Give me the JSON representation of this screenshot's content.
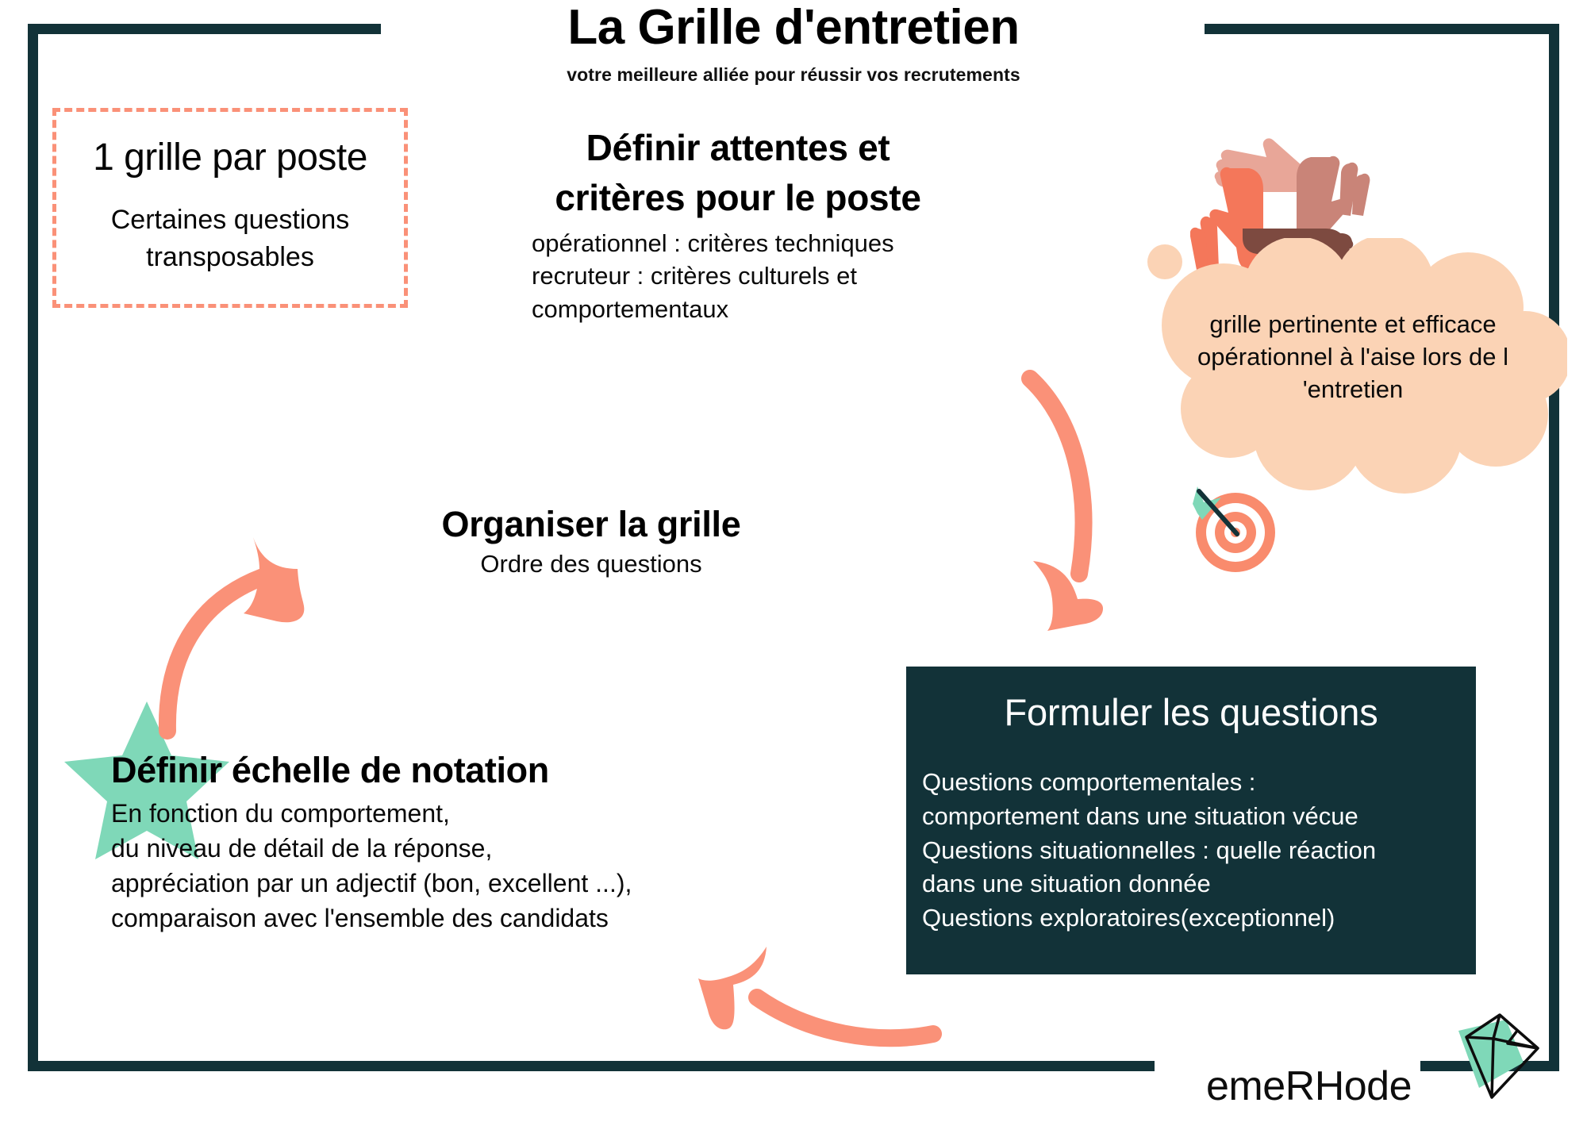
{
  "header": {
    "title": "La Grille d'entretien",
    "subtitle": "votre meilleure alliée pour réussir vos recrutements"
  },
  "dashed_box": {
    "title": "1 grille par poste",
    "subtitle": "Certaines questions\ntransposables"
  },
  "definir_attentes": {
    "title": "Défínir attentes et critères pour le poste",
    "title_line1": "Définir attentes et",
    "title_line2": "critères pour le poste",
    "body": "opérationnel : critères techniques\nrecruteur : critères culturels et\ncomportementaux"
  },
  "thought_cloud": {
    "text": "grille pertinente et efficace opérationnel à l'aise lors de l 'entretien",
    "icon": "target-dart-icon",
    "cloud_color": "#fbd3b5"
  },
  "organiser": {
    "title": "Organiser la grille",
    "subtitle": "Ordre des questions"
  },
  "echelle": {
    "title": "Définir échelle de notation",
    "body": "En fonction du comportement,\ndu niveau de détail de la réponse,\nappréciation par un adjectif (bon, excellent ...),\ncomparaison avec l'ensemble des candidats",
    "star_color": "#7fd8b8"
  },
  "formuler": {
    "title": "Formuler les questions",
    "body": "Questions comportementales :\ncomportement dans une situation vécue\nQuestions situationnelles : quelle réaction\ndans une situation donnée\nQuestions exploratoires(exceptionnel)",
    "panel_color": "#123238"
  },
  "logo": {
    "text": "emeRHode",
    "icon": "diamond-icon",
    "accent_color": "#7fd8b8"
  },
  "illustrations": {
    "hands": "four-hands-frame-icon",
    "hand_colors": [
      "#e8a698",
      "#f4775a",
      "#c98478",
      "#7d4a40"
    ]
  },
  "arrows": {
    "color": "#fa9178",
    "down": "arrow-curved-down",
    "left": "arrow-curved-left",
    "up": "arrow-curved-up"
  },
  "frame": {
    "color": "#123238",
    "dash_color": "#fa9178"
  }
}
